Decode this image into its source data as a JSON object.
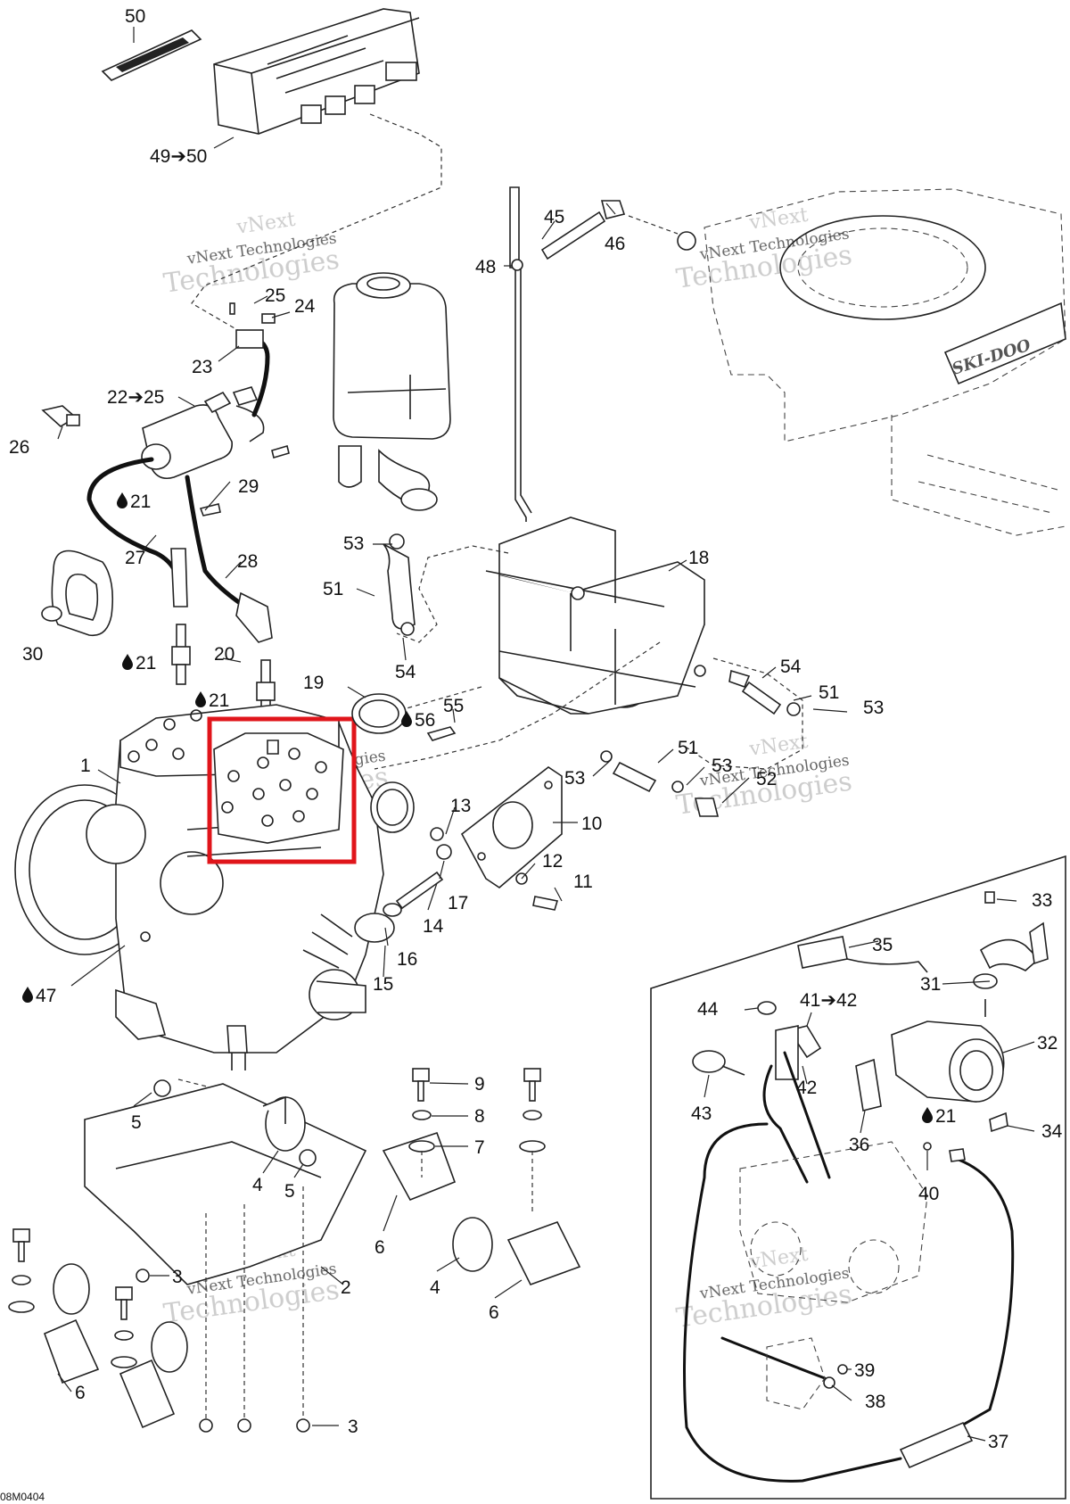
{
  "diagram_code": "08M0404",
  "watermark_lines": [
    "vNext",
    "vNext Technologies",
    "Technologies"
  ],
  "colors": {
    "highlight": "#e0151b",
    "line": "#222222",
    "watermark": "#c8c8c8"
  },
  "glue_icon": "drop-icon",
  "callouts": [
    {
      "id": "50",
      "text": "50"
    },
    {
      "id": "49to50",
      "text": "49➔50"
    },
    {
      "id": "45",
      "text": "45"
    },
    {
      "id": "46",
      "text": "46"
    },
    {
      "id": "48",
      "text": "48"
    },
    {
      "id": "25",
      "text": "25"
    },
    {
      "id": "24",
      "text": "24"
    },
    {
      "id": "23",
      "text": "23"
    },
    {
      "id": "22to25",
      "text": "22➔25"
    },
    {
      "id": "26",
      "text": "26"
    },
    {
      "id": "29",
      "text": "29"
    },
    {
      "id": "21a",
      "text": "21",
      "glue": true
    },
    {
      "id": "27",
      "text": "27"
    },
    {
      "id": "28",
      "text": "28"
    },
    {
      "id": "53a",
      "text": "53"
    },
    {
      "id": "51a",
      "text": "51"
    },
    {
      "id": "18",
      "text": "18"
    },
    {
      "id": "30",
      "text": "30"
    },
    {
      "id": "21b",
      "text": "21",
      "glue": true
    },
    {
      "id": "20",
      "text": "20"
    },
    {
      "id": "21c",
      "text": "21",
      "glue": true
    },
    {
      "id": "19",
      "text": "19"
    },
    {
      "id": "54a",
      "text": "54"
    },
    {
      "id": "56",
      "text": "56",
      "glue": true
    },
    {
      "id": "55",
      "text": "55"
    },
    {
      "id": "54b",
      "text": "54"
    },
    {
      "id": "51b",
      "text": "51"
    },
    {
      "id": "53b",
      "text": "53"
    },
    {
      "id": "1",
      "text": "1"
    },
    {
      "id": "51c",
      "text": "51"
    },
    {
      "id": "53c",
      "text": "53"
    },
    {
      "id": "53d",
      "text": "53"
    },
    {
      "id": "52",
      "text": "52"
    },
    {
      "id": "13",
      "text": "13"
    },
    {
      "id": "10",
      "text": "10"
    },
    {
      "id": "12",
      "text": "12"
    },
    {
      "id": "11",
      "text": "11"
    },
    {
      "id": "17",
      "text": "17"
    },
    {
      "id": "14",
      "text": "14"
    },
    {
      "id": "16",
      "text": "16"
    },
    {
      "id": "15",
      "text": "15"
    },
    {
      "id": "47",
      "text": "47",
      "glue": true
    },
    {
      "id": "33",
      "text": "33"
    },
    {
      "id": "35",
      "text": "35"
    },
    {
      "id": "31",
      "text": "31"
    },
    {
      "id": "44",
      "text": "44"
    },
    {
      "id": "41to42",
      "text": "41➔42"
    },
    {
      "id": "32",
      "text": "32"
    },
    {
      "id": "42",
      "text": "42"
    },
    {
      "id": "43",
      "text": "43"
    },
    {
      "id": "36",
      "text": "36"
    },
    {
      "id": "21d",
      "text": "21",
      "glue": true
    },
    {
      "id": "34",
      "text": "34"
    },
    {
      "id": "40",
      "text": "40"
    },
    {
      "id": "9",
      "text": "9"
    },
    {
      "id": "8",
      "text": "8"
    },
    {
      "id": "7",
      "text": "7"
    },
    {
      "id": "5a",
      "text": "5"
    },
    {
      "id": "4a",
      "text": "4"
    },
    {
      "id": "5b",
      "text": "5"
    },
    {
      "id": "6a",
      "text": "6"
    },
    {
      "id": "3a",
      "text": "3"
    },
    {
      "id": "2",
      "text": "2"
    },
    {
      "id": "4b",
      "text": "4"
    },
    {
      "id": "6b",
      "text": "6"
    },
    {
      "id": "6c",
      "text": "6"
    },
    {
      "id": "39",
      "text": "39"
    },
    {
      "id": "38",
      "text": "38"
    },
    {
      "id": "37",
      "text": "37"
    },
    {
      "id": "3b",
      "text": "3"
    }
  ]
}
